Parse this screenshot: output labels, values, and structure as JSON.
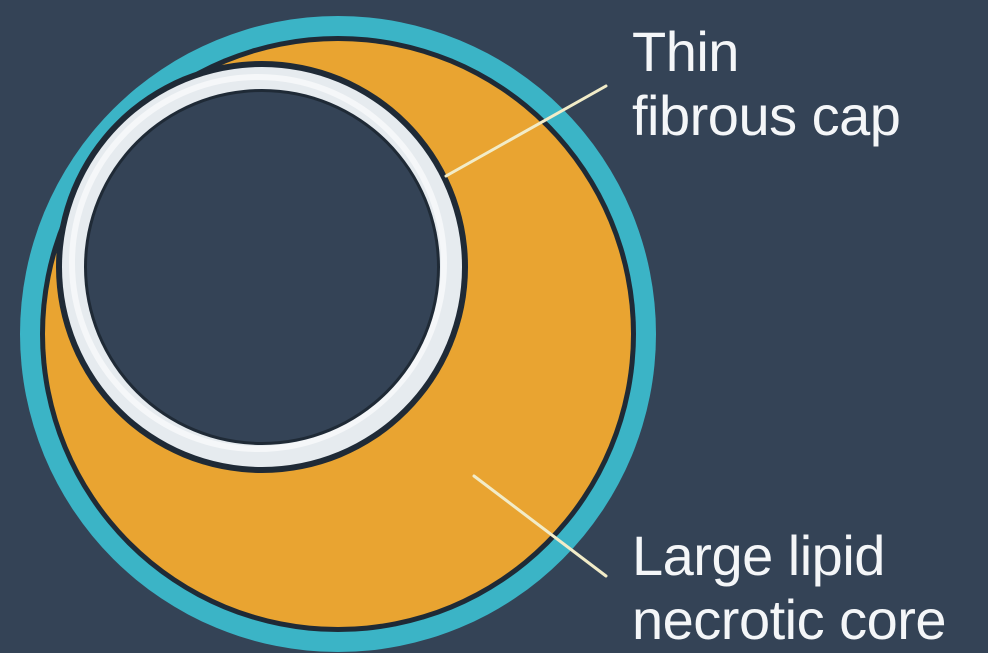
{
  "labels": {
    "cap": {
      "line1": "Thin",
      "line2": "fibrous cap"
    },
    "core": {
      "line1": "Large lipid",
      "line2": "necrotic core"
    }
  },
  "colors": {
    "background": "#344356",
    "vessel_wall": "#3bb4c6",
    "outline": "#1f2a36",
    "lipid_core": "#e9a431",
    "fibrous_cap": "#e6ebef",
    "lumen": "#344356",
    "text": "#f4f6f8",
    "leader_line": "#f2ecc8"
  }
}
